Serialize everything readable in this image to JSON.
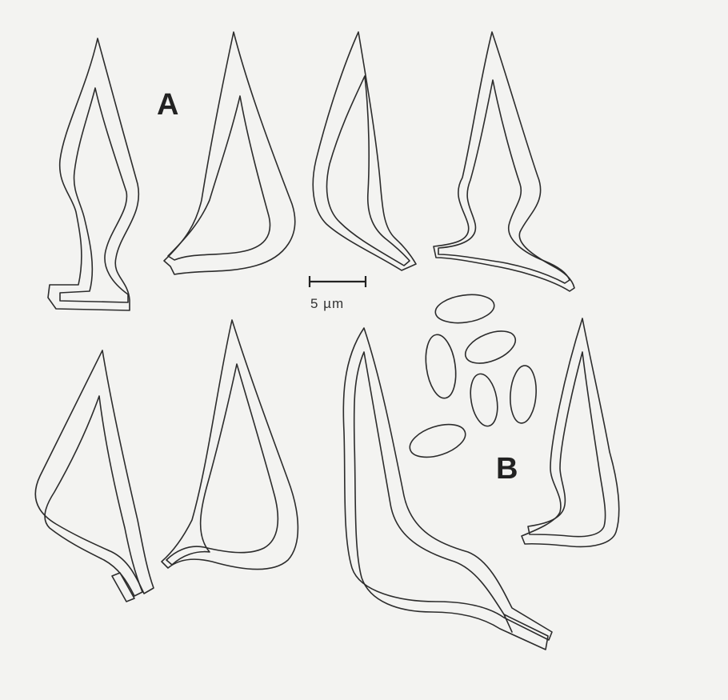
{
  "figure": {
    "panel_a_label": "A",
    "panel_b_label": "B",
    "scale_bar_label": "5 µm",
    "background_color": "#f3f3f1",
    "line_color": "#2c2c2c"
  }
}
